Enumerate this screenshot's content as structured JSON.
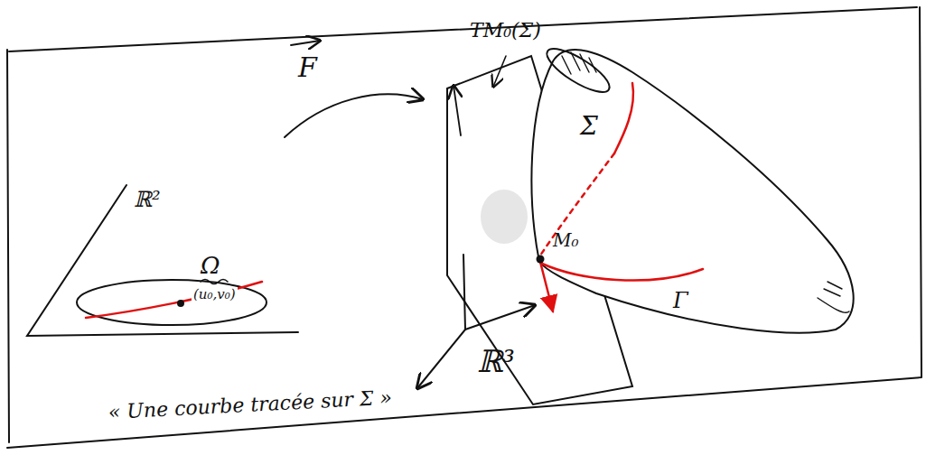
{
  "diagram": {
    "labels": [
      "ℝ²",
      "Ω",
      "(u₀,v₀)",
      "F",
      "TM₀(Σ)",
      "Σ",
      "M₀",
      "Γ",
      "ℝ³",
      "« Une courbe tracée sur Σ »"
    ]
  }
}
